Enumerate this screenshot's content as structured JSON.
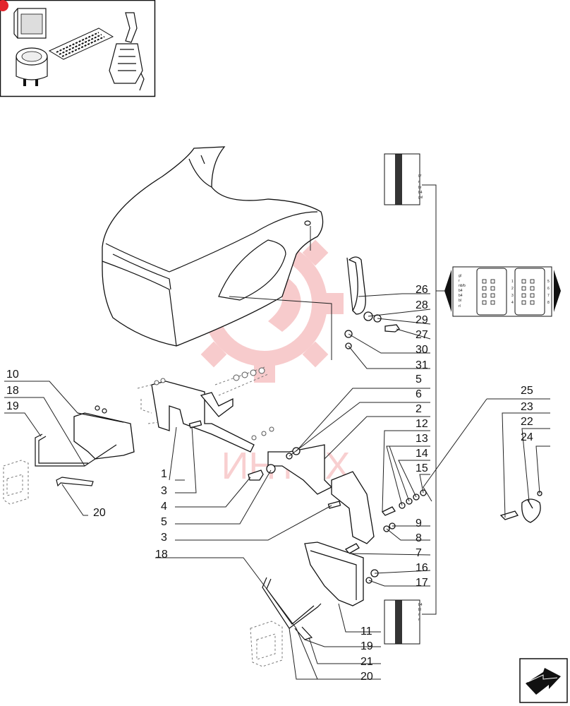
{
  "watermark": {
    "text": "ИНТЕХ",
    "color": "#e8555a"
  },
  "colors": {
    "logo_red": "#e8555a",
    "badge_red": "#e2242b",
    "line": "#222222"
  },
  "icons": {
    "thumbnail": "kit-thumbnail-icon",
    "nav": "next-page-arrow-icon"
  },
  "connectors": {
    "top_pins": [
      "gr",
      "r",
      "br",
      "b4",
      "gvl"
    ],
    "bottom_pins": [
      "b4",
      "bl",
      "r",
      "r"
    ],
    "middle_left_pins": [
      "gl",
      "r",
      "nb/b",
      "b4",
      "b4",
      "bl",
      "rl"
    ],
    "middle_right_pins": [
      "1",
      "2",
      "3",
      "4",
      "5",
      "6",
      "7",
      "8"
    ]
  },
  "callouts": [
    {
      "id": "c26",
      "text": "26"
    },
    {
      "id": "c28",
      "text": "28"
    },
    {
      "id": "c29",
      "text": "29"
    },
    {
      "id": "c27",
      "text": "27"
    },
    {
      "id": "c30",
      "text": "30"
    },
    {
      "id": "c31",
      "text": "31"
    },
    {
      "id": "c5a",
      "text": "5"
    },
    {
      "id": "c6",
      "text": "6"
    },
    {
      "id": "c2",
      "text": "2"
    },
    {
      "id": "c12",
      "text": "12"
    },
    {
      "id": "c13",
      "text": "13"
    },
    {
      "id": "c14",
      "text": "14"
    },
    {
      "id": "c15",
      "text": "15"
    },
    {
      "id": "c9",
      "text": "9"
    },
    {
      "id": "c8",
      "text": "8"
    },
    {
      "id": "c7",
      "text": "7"
    },
    {
      "id": "c16",
      "text": "16"
    },
    {
      "id": "c17",
      "text": "17"
    },
    {
      "id": "c11",
      "text": "11"
    },
    {
      "id": "c19b",
      "text": "19"
    },
    {
      "id": "c21",
      "text": "21"
    },
    {
      "id": "c20b",
      "text": "20"
    },
    {
      "id": "c25",
      "text": "25"
    },
    {
      "id": "c23",
      "text": "23"
    },
    {
      "id": "c22",
      "text": "22"
    },
    {
      "id": "c24",
      "text": "24"
    },
    {
      "id": "c10",
      "text": "10"
    },
    {
      "id": "c18a",
      "text": "18"
    },
    {
      "id": "c19a",
      "text": "19"
    },
    {
      "id": "c20a",
      "text": "20"
    },
    {
      "id": "c1",
      "text": "1"
    },
    {
      "id": "c3a",
      "text": "3"
    },
    {
      "id": "c4",
      "text": "4"
    },
    {
      "id": "c5b",
      "text": "5"
    },
    {
      "id": "c3b",
      "text": "3"
    },
    {
      "id": "c18b",
      "text": "18"
    }
  ]
}
